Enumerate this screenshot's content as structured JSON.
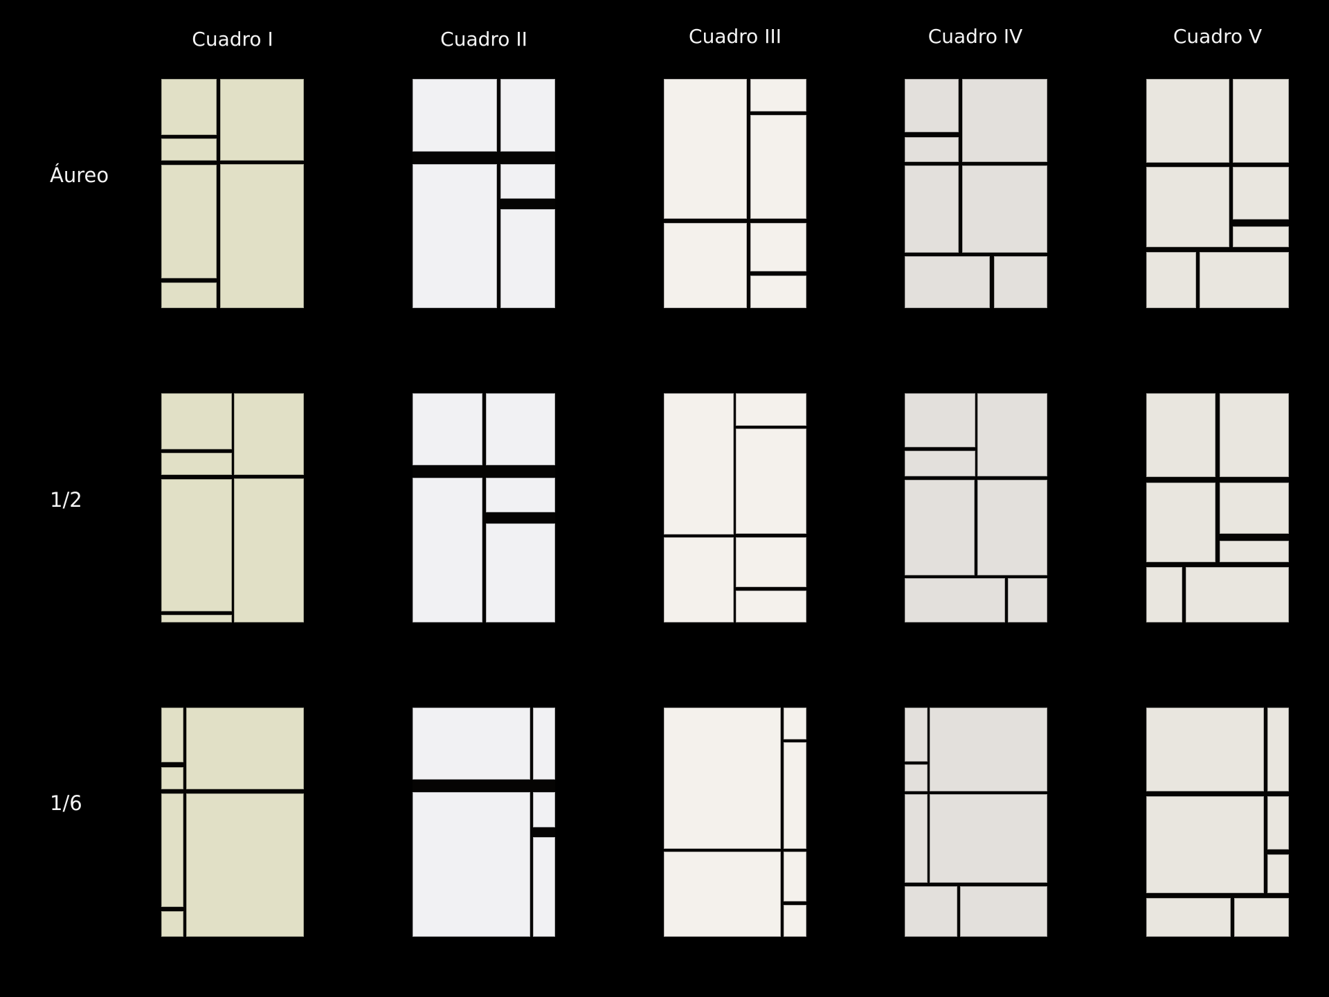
{
  "columns": [
    {
      "title": "Cuadro I",
      "color": "#e1e0c6"
    },
    {
      "title": "Cuadro II",
      "color": "#f1f1f3"
    },
    {
      "title": "Cuadro III",
      "color": "#f4f1ec"
    },
    {
      "title": "Cuadro IV",
      "color": "#e3e0dc"
    },
    {
      "title": "Cuadro V",
      "color": "#e9e6df"
    }
  ],
  "rows": [
    {
      "label": "Áureo"
    },
    {
      "label": "1/2"
    },
    {
      "label": "1/6"
    }
  ],
  "background_color": "#000000",
  "divider_color": "#050403",
  "panels": {
    "r0c0": [
      [
        0,
        0,
        38.9,
        24.4
      ],
      [
        0,
        26.1,
        38.9,
        35.7
      ],
      [
        0,
        37.4,
        38.9,
        87.1
      ],
      [
        0,
        88.9,
        38.9,
        100
      ],
      [
        41.3,
        0,
        100,
        35.5
      ],
      [
        41.3,
        37.2,
        100,
        100
      ]
    ],
    "r1c0": [
      [
        0,
        0,
        49.4,
        24.4
      ],
      [
        0,
        26.1,
        49.4,
        35.8
      ],
      [
        0,
        37.5,
        49.4,
        95.2
      ],
      [
        0,
        96.7,
        49.4,
        100
      ],
      [
        51.1,
        0,
        100,
        35.5
      ],
      [
        51.1,
        37.3,
        100,
        100
      ]
    ],
    "r2c0": [
      [
        0,
        0,
        15.7,
        24.0
      ],
      [
        0,
        26.0,
        15.7,
        35.6
      ],
      [
        0,
        37.5,
        15.7,
        87.1
      ],
      [
        0,
        88.8,
        15.7,
        100
      ],
      [
        17.5,
        0,
        100,
        35.6
      ],
      [
        17.5,
        37.5,
        100,
        100
      ]
    ],
    "r0c1": [
      [
        0,
        0,
        59.4,
        31.6
      ],
      [
        0,
        37.1,
        59.4,
        100
      ],
      [
        61.5,
        0,
        100,
        31.6
      ],
      [
        61.5,
        37.1,
        100,
        52.2
      ],
      [
        61.5,
        56.7,
        100,
        100
      ]
    ],
    "r1c1": [
      [
        0,
        0,
        49.2,
        31.5
      ],
      [
        0,
        37.0,
        49.2,
        100
      ],
      [
        51.3,
        0,
        100,
        31.5
      ],
      [
        51.3,
        37.0,
        100,
        52.1
      ],
      [
        51.3,
        56.7,
        100,
        100
      ]
    ],
    "r2c1": [
      [
        0,
        0,
        82.4,
        31.3
      ],
      [
        0,
        36.8,
        82.4,
        100
      ],
      [
        84.5,
        0,
        100,
        31.3
      ],
      [
        84.5,
        36.8,
        100,
        52.3
      ],
      [
        84.5,
        56.5,
        100,
        100
      ]
    ],
    "r0c2": [
      [
        0,
        0,
        58.3,
        61.1
      ],
      [
        0,
        62.7,
        58.3,
        100
      ],
      [
        60.5,
        0,
        100,
        14.1
      ],
      [
        60.5,
        15.8,
        100,
        61.1
      ],
      [
        60.5,
        62.7,
        100,
        84.1
      ],
      [
        60.5,
        85.9,
        100,
        100
      ]
    ],
    "r1c2": [
      [
        0,
        0,
        49.2,
        61.7
      ],
      [
        0,
        62.8,
        49.2,
        100
      ],
      [
        50.5,
        0,
        100,
        14.2
      ],
      [
        50.5,
        15.5,
        100,
        61.2
      ],
      [
        50.5,
        62.8,
        100,
        84.6
      ],
      [
        50.5,
        86.1,
        100,
        100
      ]
    ],
    "r2c2": [
      [
        0,
        0,
        82.2,
        61.6
      ],
      [
        0,
        62.9,
        82.2,
        100
      ],
      [
        84.1,
        0,
        100,
        14.0
      ],
      [
        84.1,
        15.2,
        100,
        61.6
      ],
      [
        84.1,
        62.9,
        100,
        84.6
      ],
      [
        84.1,
        86.2,
        100,
        100
      ]
    ],
    "r0c3": [
      [
        0,
        0,
        38.1,
        23.4
      ],
      [
        0,
        25.3,
        38.1,
        36.2
      ],
      [
        0,
        37.8,
        38.1,
        75.8
      ],
      [
        40.2,
        0,
        100,
        36.2
      ],
      [
        40.2,
        37.8,
        100,
        75.8
      ],
      [
        0,
        77.4,
        59.6,
        100
      ],
      [
        62.5,
        77.4,
        100,
        100
      ]
    ],
    "r1c3": [
      [
        0,
        0,
        49.3,
        23.7
      ],
      [
        0,
        25.0,
        49.3,
        36.4
      ],
      [
        0,
        37.7,
        48.8,
        79.4
      ],
      [
        51.1,
        0,
        100,
        36.4
      ],
      [
        51.1,
        37.7,
        100,
        79.4
      ],
      [
        0,
        80.7,
        70.5,
        100
      ],
      [
        72.4,
        80.7,
        100,
        100
      ]
    ],
    "r2c3": [
      [
        0,
        0,
        15.8,
        23.5
      ],
      [
        0,
        24.8,
        15.8,
        36.5
      ],
      [
        0,
        37.8,
        15.8,
        76.5
      ],
      [
        17.5,
        0,
        100,
        36.5
      ],
      [
        17.5,
        37.8,
        100,
        76.5
      ],
      [
        0,
        77.8,
        37.0,
        100
      ],
      [
        38.9,
        77.8,
        100,
        100
      ]
    ],
    "r0c4": [
      [
        0,
        0,
        58.2,
        36.5
      ],
      [
        60.7,
        0,
        100,
        36.5
      ],
      [
        0,
        38.5,
        58.2,
        73.4
      ],
      [
        60.7,
        38.5,
        100,
        61.4
      ],
      [
        60.7,
        64.2,
        100,
        73.4
      ],
      [
        0,
        75.5,
        35.0,
        100
      ],
      [
        37.6,
        75.5,
        100,
        100
      ]
    ],
    "r1c4": [
      [
        0,
        0,
        48.5,
        36.5
      ],
      [
        51.4,
        0,
        100,
        36.5
      ],
      [
        0,
        38.9,
        48.5,
        73.8
      ],
      [
        51.4,
        38.9,
        100,
        61.4
      ],
      [
        51.4,
        64.3,
        100,
        73.8
      ],
      [
        0,
        75.7,
        25.4,
        100
      ],
      [
        27.8,
        75.7,
        100,
        100
      ]
    ],
    "r2c4": [
      [
        0,
        0,
        82.3,
        36.5
      ],
      [
        84.9,
        0,
        100,
        36.5
      ],
      [
        0,
        38.6,
        82.3,
        81.1
      ],
      [
        84.9,
        38.6,
        100,
        61.9
      ],
      [
        84.9,
        64.1,
        100,
        81.1
      ],
      [
        0,
        83.0,
        59.3,
        100
      ],
      [
        61.5,
        83.0,
        100,
        100
      ]
    ]
  }
}
